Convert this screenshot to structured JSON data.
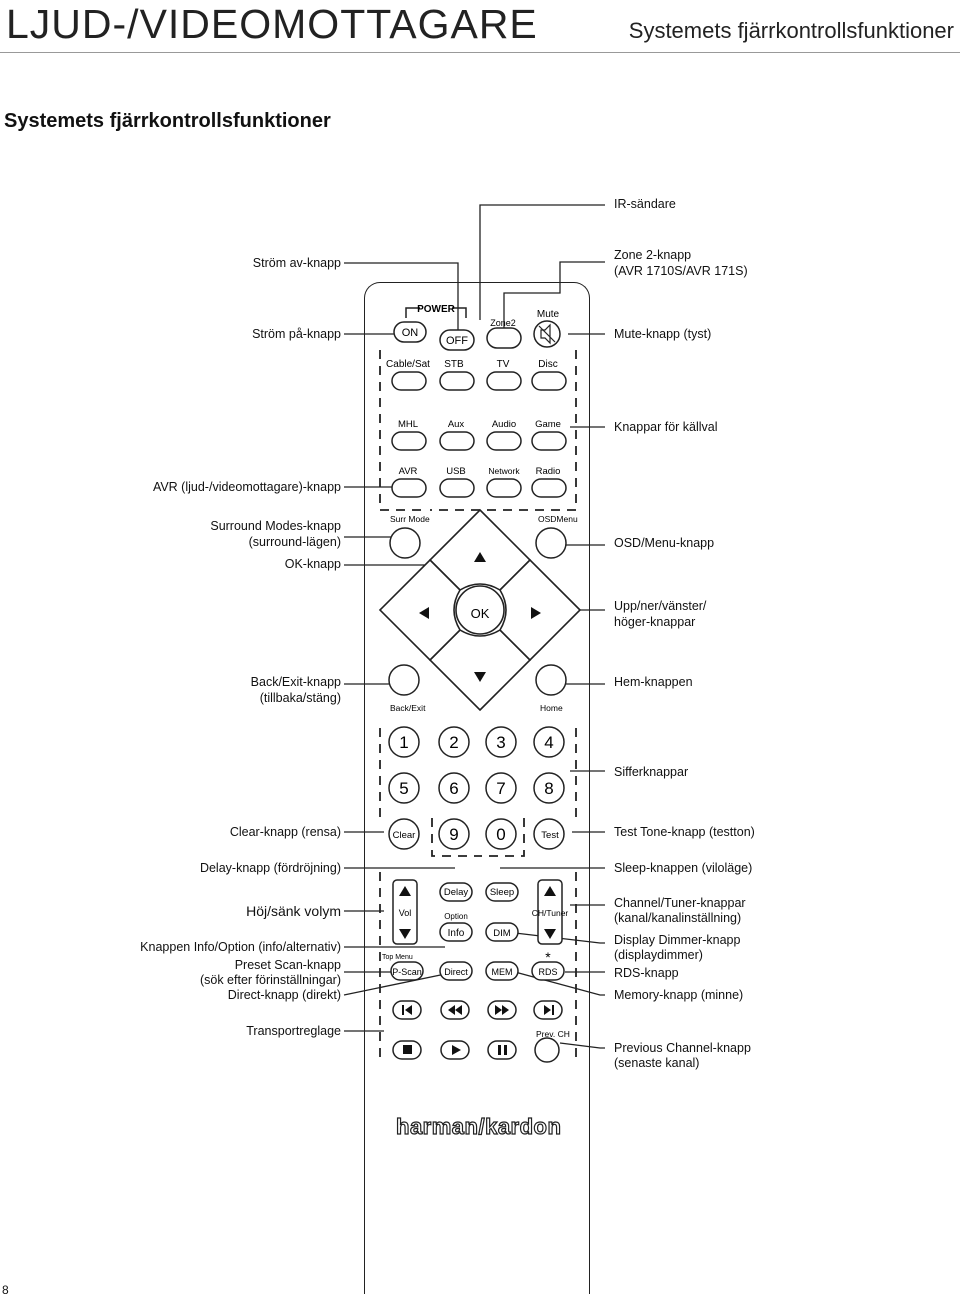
{
  "header": {
    "title": "LJUD-/VIDEOMOTTAGARE",
    "section": "Systemets fjärrkontrollsfunktioner"
  },
  "section_title": "Systemets fjärrkontrollsfunktioner",
  "page_number": "8",
  "callouts_left": {
    "power_off": "Ström av-knapp",
    "power_on": "Ström på-knapp",
    "avr": "AVR (ljud-/videomottagare)-knapp",
    "surround_1": "Surround Modes-knapp",
    "surround_2": "(surround-lägen)",
    "ok": "OK-knapp",
    "back_1": "Back/Exit-knapp",
    "back_2": "(tillbaka/stäng)",
    "clear": "Clear-knapp (rensa)",
    "delay": "Delay-knapp (fördröjning)",
    "volume": "Höj/sänk volym",
    "info": "Knappen Info/Option (info/alternativ)",
    "pscan_1": "Preset Scan-knapp",
    "pscan_2": "(sök efter förinställningar)",
    "direct": "Direct-knapp (direkt)",
    "transport": "Transportreglage"
  },
  "callouts_right": {
    "ir": "IR-sändare",
    "zone2_1": "Zone 2-knapp",
    "zone2_2": "(AVR 1710S/AVR 171S)",
    "mute": "Mute-knapp (tyst)",
    "source": "Knappar för källval",
    "osd": "OSD/Menu-knapp",
    "arrows_1": "Upp/ner/vänster/",
    "arrows_2": "höger-knappar",
    "home": "Hem-knappen",
    "numbers": "Sifferknappar",
    "test": "Test Tone-knapp (testton)",
    "sleep": "Sleep-knappen (viloläge)",
    "channel_1": "Channel/Tuner-knappar",
    "channel_2": "(kanal/kanalinställning)",
    "dim_1": "Display Dimmer-knapp",
    "dim_2": "(displaydimmer)",
    "rds": "RDS-knapp",
    "mem": "Memory-knapp (minne)",
    "prev_1": "Previous Channel-knapp",
    "prev_2": "(senaste kanal)"
  },
  "remote": {
    "power_label": "POWER",
    "on": "ON",
    "off": "OFF",
    "zone2": "Zone2",
    "mute": "Mute",
    "row_src1": [
      "Cable/Sat",
      "STB",
      "TV",
      "Disc"
    ],
    "row_src2": [
      "MHL",
      "Aux",
      "Audio",
      "Game"
    ],
    "row_src3": [
      "AVR",
      "USB",
      "Network",
      "Radio"
    ],
    "surr_mode": "Surr Mode",
    "osd_menu": "OSDMenu",
    "ok": "OK",
    "back_exit": "Back/Exit",
    "home": "Home",
    "digits_row1": [
      "1",
      "2",
      "3",
      "4"
    ],
    "digits_row2": [
      "5",
      "6",
      "7",
      "8"
    ],
    "clear": "Clear",
    "nine": "9",
    "zero": "0",
    "test": "Test",
    "delay": "Delay",
    "sleep": "Sleep",
    "vol": "Vol",
    "option": "Option",
    "ch_tuner": "CH/Tuner",
    "info": "Info",
    "dim": "DIM",
    "top_menu": "Top Menu",
    "star": "*",
    "pscan": "P-Scan",
    "direct": "Direct",
    "mem": "MEM",
    "rds": "RDS",
    "prev_ch": "Prev. CH",
    "brand": "harman/kardon"
  }
}
